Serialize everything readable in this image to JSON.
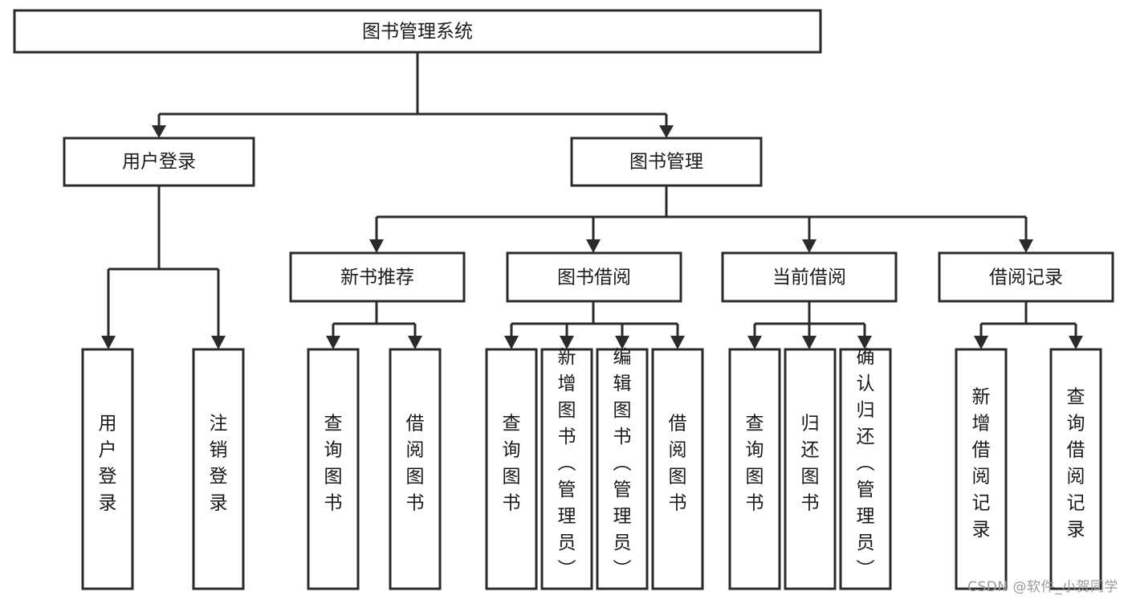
{
  "diagram": {
    "title": "图书管理系统",
    "type": "tree-hierarchy",
    "root": {
      "label": "图书管理系统"
    },
    "level2": [
      {
        "label": "用户登录"
      },
      {
        "label": "图书管理"
      }
    ],
    "level3": [
      {
        "label": "新书推荐"
      },
      {
        "label": "图书借阅"
      },
      {
        "label": "当前借阅"
      },
      {
        "label": "借阅记录"
      }
    ],
    "leaves": {
      "user_login": [
        {
          "label": "用户登录"
        },
        {
          "label": "注销登录"
        }
      ],
      "new_book_recommend": [
        {
          "label": "查询图书"
        },
        {
          "label": "借阅图书"
        }
      ],
      "book_borrow": [
        {
          "label": "查询图书"
        },
        {
          "label": "新增图书（管理员）"
        },
        {
          "label": "编辑图书（管理员）"
        },
        {
          "label": "借阅图书"
        }
      ],
      "current_borrow": [
        {
          "label": "查询图书"
        },
        {
          "label": "归还图书"
        },
        {
          "label": "确认归还（管理员）"
        }
      ],
      "borrow_record": [
        {
          "label": "新增借阅记录"
        },
        {
          "label": "查询借阅记录"
        }
      ]
    }
  },
  "watermark": {
    "text": "CSDN @软件_小贺同学"
  },
  "colors": {
    "stroke": "#2b2b2b",
    "box_fill": "#ffffff",
    "text": "#1a1a1a",
    "background": "#ffffff",
    "watermark": "#9a9a9a"
  }
}
